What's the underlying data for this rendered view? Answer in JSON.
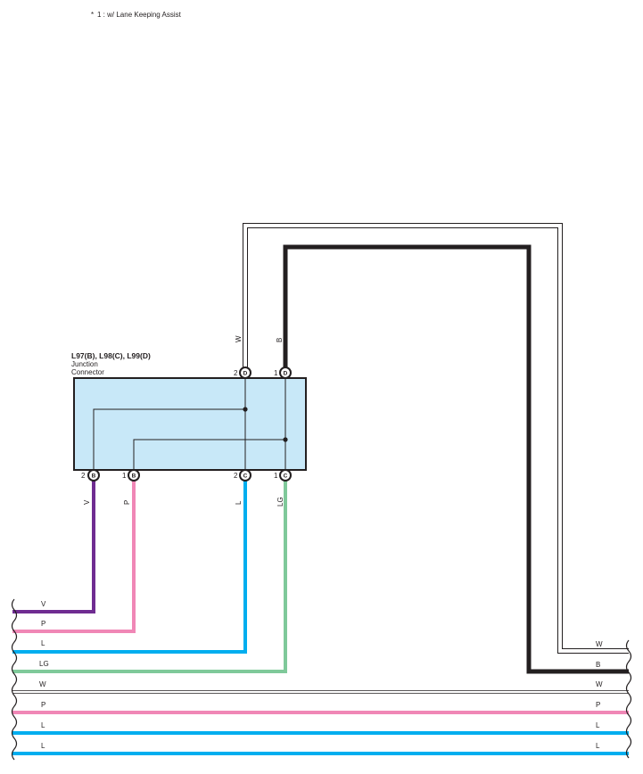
{
  "note": {
    "marker": "*",
    "text": "1 : w/ Lane Keeping Assist"
  },
  "connector": {
    "title": "L97(B), L98(C), L99(D)",
    "line1": "Junction",
    "line2": "Connector",
    "fill": "#c8e8f8"
  },
  "pins": {
    "d2": {
      "num": "2",
      "letter": "D"
    },
    "d1": {
      "num": "1",
      "letter": "D"
    },
    "b2": {
      "num": "2",
      "letter": "B"
    },
    "b1": {
      "num": "1",
      "letter": "B"
    },
    "c2": {
      "num": "2",
      "letter": "C"
    },
    "c1": {
      "num": "1",
      "letter": "C"
    }
  },
  "wire_colors": {
    "W": "#ffffff",
    "B": "#231f20",
    "V": "#6f2c91",
    "P": "#f087b6",
    "L": "#00aeef",
    "LG": "#7fc99a"
  },
  "wire_labels": {
    "top_w": "W",
    "top_b": "B",
    "bot_v": "V",
    "bot_p": "P",
    "bot_l": "L",
    "bot_lg": "LG",
    "left_v": "V",
    "left_p": "P",
    "left_l": "L",
    "left_lg": "LG",
    "left_w": "W",
    "left_p2": "P",
    "left_l2": "L",
    "left_l3": "L",
    "right_w": "W",
    "right_b": "B",
    "right_w2": "W",
    "right_p": "P",
    "right_l": "L",
    "right_l2": "L"
  }
}
